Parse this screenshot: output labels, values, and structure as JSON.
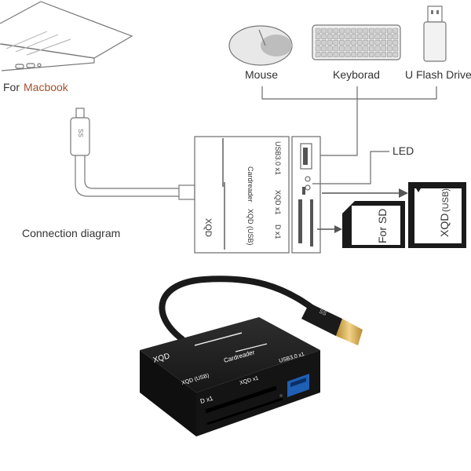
{
  "labels": {
    "macbook_prefix": "For",
    "macbook": "Macbook",
    "mouse": "Mouse",
    "keyboard": "Keyborad",
    "flash_drive": "U Flash Drive",
    "led": "LED",
    "connection_diagram": "Connection diagram"
  },
  "reader_diagram": {
    "usb": "USB3.0 x1",
    "cardreader": "Cardreader",
    "xqd_slot": "XQD x1",
    "xqd_usb": "XQD (USB)",
    "xqd": "XQD",
    "d_slot": "D x1"
  },
  "sd_card": {
    "label": "For SD"
  },
  "xqd_card": {
    "label": "XQD",
    "sub": "(USB)"
  },
  "cable": {
    "marking": "SS"
  },
  "product": {
    "xqd": "XQD",
    "cardreader": "Cardreader",
    "usb": "USB3.0 x1",
    "xqd_usb": "XQD (USB)",
    "xqd_slot": "XQD x1",
    "d_slot": "D x1",
    "cable_marking": "SS"
  },
  "colors": {
    "line": "#6b6b6b",
    "text": "#333333",
    "accent_brown": "#a0522d",
    "device_body": "#1c1c1c",
    "usb_port_blue": "#1f5fb4",
    "connector_gold": "#d4a94a"
  }
}
